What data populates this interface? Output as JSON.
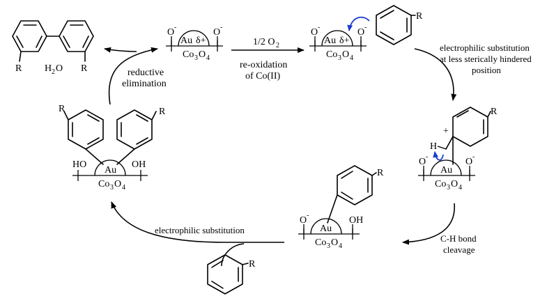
{
  "labels": {
    "substituent": "R",
    "water": "H",
    "water_sub": "2",
    "water_tail": "O",
    "gold": "Au",
    "delta_plus": "δ+",
    "o_minus": "O",
    "minus": "-",
    "co3o4_base": "Co",
    "co3o4_sub1": "3",
    "co3o4_mid": "O",
    "co3o4_sub2": "4",
    "hydroxyl": "OH",
    "hydroxyl_left": "HO",
    "hydrogen": "H",
    "plus": "+"
  },
  "steps": {
    "oxygen_a": "1/2 O",
    "oxygen_sub": "2",
    "reoxidation_1": "re-oxidation",
    "reoxidation_2": "of Co(II)",
    "electrophilic_1": "electrophilic substitution",
    "electrophilic_2": "at less sterically hindered",
    "electrophilic_3": "position",
    "ch_1": "C-H bond",
    "ch_2": "cleavage",
    "electrophilic_bottom": "electrophilic substitution",
    "reductive_1": "reductive",
    "reductive_2": "elimination"
  },
  "colors": {
    "ink": "#000000",
    "curved_arrow": "#1a3ccf"
  }
}
